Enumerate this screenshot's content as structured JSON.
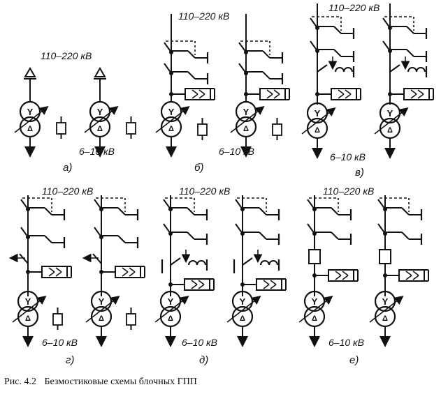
{
  "figure": {
    "schemes": [
      {
        "id": "a",
        "label": "а)",
        "high_voltage": "110–220 кВ",
        "low_voltage": "6–10 кВ"
      },
      {
        "id": "b",
        "label": "б)",
        "high_voltage": "110–220 кВ",
        "low_voltage": "6–10 кВ"
      },
      {
        "id": "v",
        "label": "в)",
        "high_voltage": "110–220 кВ",
        "low_voltage": "6–10 кВ"
      },
      {
        "id": "g",
        "label": "г)",
        "high_voltage": "110–220 кВ",
        "low_voltage": "6–10 кВ"
      },
      {
        "id": "d",
        "label": "д)",
        "high_voltage": "110–220 кВ",
        "low_voltage": "6–10 кВ"
      },
      {
        "id": "e",
        "label": "е)",
        "high_voltage": "110–220 кВ",
        "low_voltage": "6–10 кВ"
      }
    ],
    "transformer_symbols": {
      "primary": "Y",
      "secondary": "Δ"
    }
  },
  "caption": {
    "number": "Рис. 4.2",
    "text": "Безмостиковые схемы блочных ГПП"
  },
  "colors": {
    "ink": "#111111",
    "background": "#ffffff"
  }
}
